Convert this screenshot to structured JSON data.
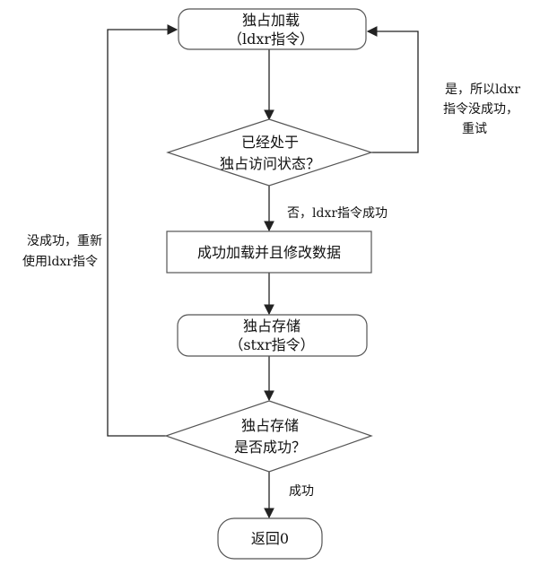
{
  "nodes": {
    "exclusive_load": {
      "line1": "独占加载",
      "line2": "（ldxr指令）"
    },
    "check_state": {
      "line1": "已经处于",
      "line2": "独占访问状态？"
    },
    "modify_data": {
      "line1": "成功加载并且修改数据"
    },
    "exclusive_store": {
      "line1": "独占存储",
      "line2": "（stxr指令）"
    },
    "store_success": {
      "line1": "独占存储",
      "line2": "是否成功？"
    },
    "return_zero": {
      "line1": "返回0"
    }
  },
  "edges": {
    "yes_retry": {
      "line1": "是，所以ldxr",
      "line2": "指令没成功，",
      "line3": "重试"
    },
    "no_success": {
      "line1": "否，ldxr指令成功"
    },
    "store_fail": {
      "line1": "没成功，重新",
      "line2": "使用ldxr指令"
    },
    "store_ok": {
      "line1": "成功"
    }
  }
}
